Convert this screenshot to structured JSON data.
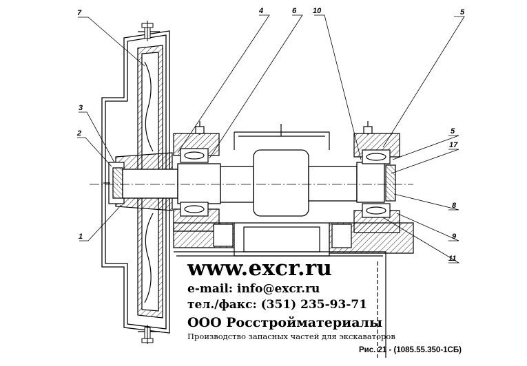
{
  "callouts": {
    "c1": "1",
    "c2": "2",
    "c3": "3",
    "c4": "4",
    "c5a": "5",
    "c5b": "5",
    "c6": "6",
    "c7": "7",
    "c8": "8",
    "c9": "9",
    "c10": "10",
    "c11": "11",
    "c17": "17"
  },
  "info": {
    "url": "www.excr.ru",
    "email": "e-mail: info@excr.ru",
    "phone": "тел./факс: (351) 235-93-71",
    "company": "ООО Росстройматериалы",
    "tagline": "Производство запасных частей для экскаваторов"
  },
  "caption": "Рис. 21 - (1085.55.350-1СБ)",
  "colors": {
    "line": "#000000",
    "background": "#ffffff"
  }
}
